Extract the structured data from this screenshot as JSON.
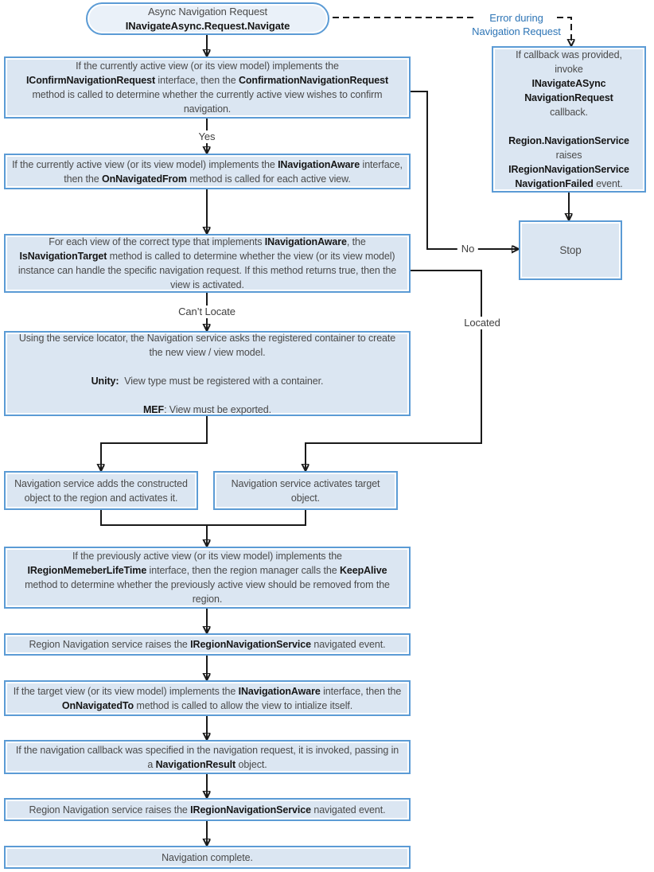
{
  "colors": {
    "node_fill": "#dbe6f2",
    "pill_fill": "#eaf1f9",
    "node_border": "#5b9bd5",
    "text": "#4a4a4a",
    "bold_text": "#161616",
    "edge": "#1a1a1a",
    "blue_label": "#2e75b6"
  },
  "nodes": {
    "pill": {
      "segments": [
        {
          "t": "Async Navigation Request\n"
        },
        {
          "t": "INavigateAsync.Request.Navigate",
          "b": 1
        }
      ]
    },
    "confirm": {
      "segments": [
        {
          "t": "If the currently active view (or its view model) implements the "
        },
        {
          "t": "IConfirmNavigationRequest",
          "b": 1
        },
        {
          "t": " interface, then the "
        },
        {
          "t": "ConfirmationNavigationRequest",
          "b": 1
        },
        {
          "t": " method is called to determine whether the currently active view wishes to confirm navigation."
        }
      ]
    },
    "onNavigatedFrom": {
      "segments": [
        {
          "t": "If the currently active view (or its view model) implements the "
        },
        {
          "t": "INavigationAware",
          "b": 1
        },
        {
          "t": " interface, then the "
        },
        {
          "t": "OnNavigatedFrom",
          "b": 1
        },
        {
          "t": " method is called for each active view."
        }
      ]
    },
    "isNavigationTarget": {
      "segments": [
        {
          "t": "For each view of the correct type that implements "
        },
        {
          "t": "INavigationAware",
          "b": 1
        },
        {
          "t": ", the "
        },
        {
          "t": "IsNavigationTarget",
          "b": 1
        },
        {
          "t": " method is called to determine whether the view (or its view model) instance can handle the specific navigation request. If this method returns true, then the view is activated."
        }
      ]
    },
    "serviceLocator": {
      "segments": [
        {
          "t": "Using the service locator, the Navigation service asks the registered container to create the new view / view model.\n\n"
        },
        {
          "t": "Unity:",
          "b": 1
        },
        {
          "t": "  View type must be registered with a container.\n\n"
        },
        {
          "t": "MEF",
          "b": 1
        },
        {
          "t": ": View must be exported."
        }
      ]
    },
    "addToRegion": {
      "segments": [
        {
          "t": "Navigation service adds the constructed object to the region and activates it."
        }
      ]
    },
    "activateTarget": {
      "segments": [
        {
          "t": "Navigation service activates target object."
        }
      ]
    },
    "keepAlive": {
      "segments": [
        {
          "t": "If the previously active view (or its view model) implements the "
        },
        {
          "t": "IRegionMemeberLifeTime",
          "b": 1
        },
        {
          "t": " interface, then the region manager calls the "
        },
        {
          "t": "KeepAlive",
          "b": 1
        },
        {
          "t": " method to determine whether the previously active view should be removed from the region."
        }
      ]
    },
    "navigatedEvent1": {
      "segments": [
        {
          "t": "Region Navigation service raises the "
        },
        {
          "t": "IRegionNavigationService",
          "b": 1
        },
        {
          "t": " navigated event."
        }
      ]
    },
    "onNavigatedTo": {
      "segments": [
        {
          "t": "If the target view (or its view model) implements the "
        },
        {
          "t": "INavigationAware",
          "b": 1
        },
        {
          "t": " interface, then the "
        },
        {
          "t": "OnNavigatedTo",
          "b": 1
        },
        {
          "t": " method is called to allow the view to intialize itself."
        }
      ]
    },
    "navigationCallback": {
      "segments": [
        {
          "t": "If the navigation callback was specified in the navigation request, it is invoked, passing in a "
        },
        {
          "t": "NavigationResult",
          "b": 1
        },
        {
          "t": " object."
        }
      ]
    },
    "navigatedEvent2": {
      "segments": [
        {
          "t": "Region Navigation service raises the "
        },
        {
          "t": "IRegionNavigationService",
          "b": 1
        },
        {
          "t": " navigated event."
        }
      ]
    },
    "navigationComplete": {
      "segments": [
        {
          "t": "Navigation complete."
        }
      ]
    },
    "navigationFailed": {
      "segments": [
        {
          "t": "If callback was provided,\ninvoke\n"
        },
        {
          "t": "INavigateASync\nNavigationRequest",
          "b": 1
        },
        {
          "t": "\ncallback.\n\n"
        },
        {
          "t": "Region.NavigationService",
          "b": 1
        },
        {
          "t": "\nraises\n"
        },
        {
          "t": "IRegionNavigationService",
          "b": 1
        },
        {
          "t": "\n"
        },
        {
          "t": "NavigationFailed",
          "b": 1
        },
        {
          "t": " event."
        }
      ]
    },
    "stop": {
      "segments": [
        {
          "t": "Stop"
        }
      ]
    }
  },
  "edge_labels": {
    "yes": "Yes",
    "cant_locate": "Can’t Locate",
    "located": "Located",
    "no": "No",
    "error": "Error during\nNavigation Request"
  }
}
